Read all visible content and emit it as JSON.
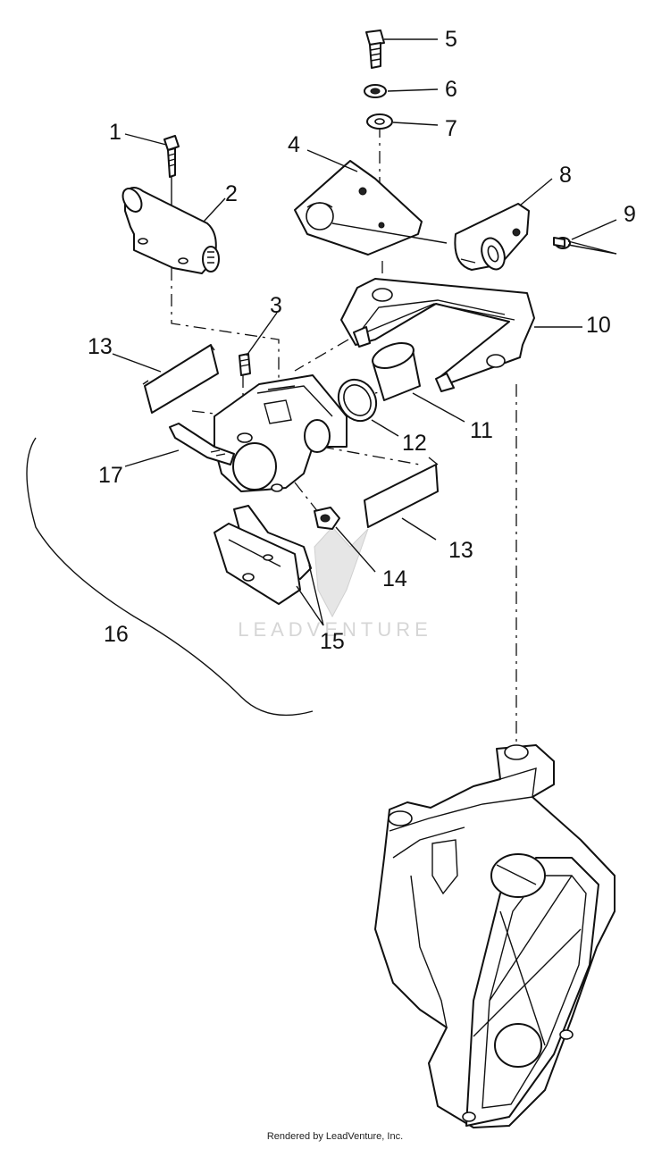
{
  "diagram": {
    "callouts": [
      {
        "id": "1",
        "label": "1"
      },
      {
        "id": "2",
        "label": "2"
      },
      {
        "id": "3",
        "label": "3"
      },
      {
        "id": "4",
        "label": "4"
      },
      {
        "id": "5",
        "label": "5"
      },
      {
        "id": "6",
        "label": "6"
      },
      {
        "id": "7",
        "label": "7"
      },
      {
        "id": "8",
        "label": "8"
      },
      {
        "id": "9",
        "label": "9"
      },
      {
        "id": "10",
        "label": "10"
      },
      {
        "id": "11",
        "label": "11"
      },
      {
        "id": "12",
        "label": "12"
      },
      {
        "id": "13a",
        "label": "13"
      },
      {
        "id": "13b",
        "label": "13"
      },
      {
        "id": "14",
        "label": "14"
      },
      {
        "id": "15",
        "label": "15"
      },
      {
        "id": "16",
        "label": "16"
      },
      {
        "id": "17",
        "label": "17"
      }
    ]
  },
  "watermark": {
    "text": "LEADVENTURE"
  },
  "footer": {
    "text": "Rendered by LeadVenture, Inc."
  }
}
